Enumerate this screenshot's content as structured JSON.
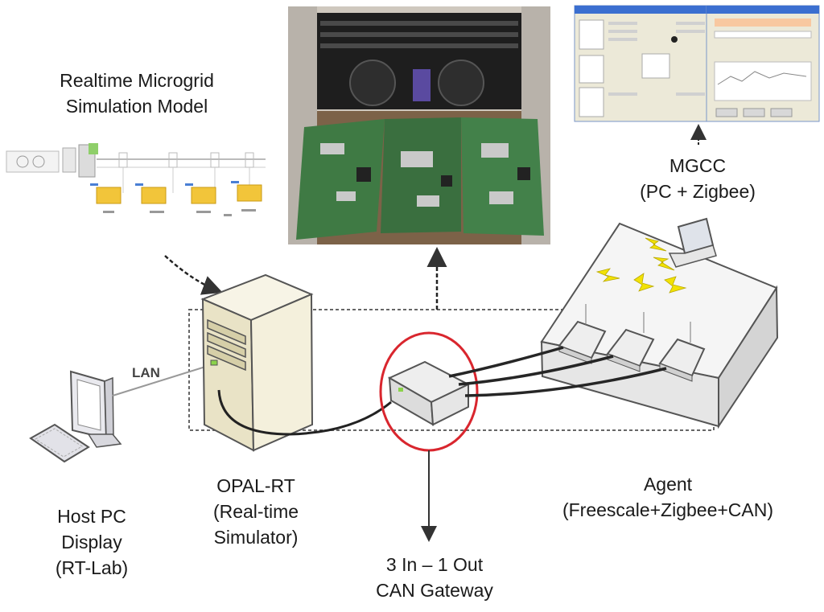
{
  "labels": {
    "model": [
      "Realtime Microgrid",
      "Simulation Model"
    ],
    "mgcc": [
      "MGCC",
      "(PC + Zigbee)"
    ],
    "lan": "LAN",
    "opal": [
      "OPAL-RT",
      "(Real-time",
      "Simulator)"
    ],
    "host": [
      "Host PC",
      "Display",
      "(RT-Lab)"
    ],
    "gateway": [
      "3 In – 1 Out",
      "CAN Gateway"
    ],
    "agent": [
      "Agent",
      "(Freescale+Zigbee+CAN)"
    ]
  },
  "colors": {
    "highlight_ring": "#d9262e",
    "lightning": "#f2e205",
    "line": "#333333",
    "cable": "#262626",
    "box": "#666666"
  },
  "icons": [
    "host-pc-icon",
    "server-tower-icon",
    "gateway-icon",
    "agent-board-icon",
    "laptop-icon",
    "lightning-icon"
  ]
}
